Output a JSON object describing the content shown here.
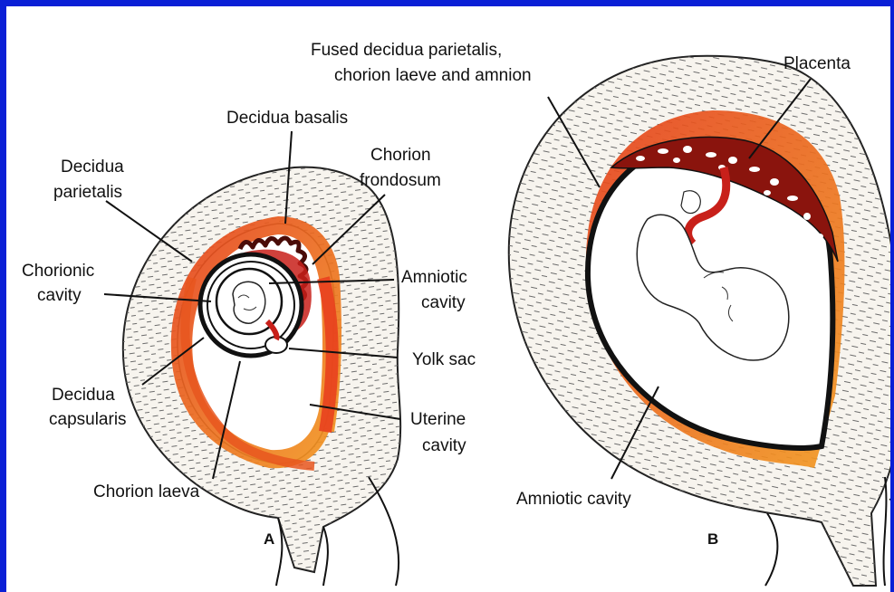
{
  "figure_a": {
    "panel_label": "A",
    "labels": {
      "decidua_basalis": "Decidua basalis",
      "chorion_frondosum": [
        "Chorion",
        "frondosum"
      ],
      "decidua_parietalis": [
        "Decidua",
        "parietalis"
      ],
      "chorionic_cavity": [
        "Chorionic",
        "cavity"
      ],
      "amniotic_cavity": [
        "Amniotic",
        "cavity"
      ],
      "yolk_sac": "Yolk sac",
      "decidua_capsularis": [
        "Decidua",
        "capsularis"
      ],
      "uterine_cavity": [
        "Uterine",
        "cavity"
      ],
      "chorion_laeva": "Chorion laeva"
    }
  },
  "figure_b": {
    "panel_label": "B",
    "labels": {
      "fused_layers": [
        "Fused decidua parietalis,",
        "chorion laeve and amnion"
      ],
      "placenta": "Placenta",
      "amniotic_cavity": "Amniotic cavity"
    }
  },
  "colors": {
    "frame_border": "#0a1fd6",
    "decidua_red": "#d8321c",
    "decidua_orange": "#f08a1a",
    "placenta_dark": "#7a120c",
    "wall_fill": "#f7f4ee",
    "ink": "#111111"
  }
}
